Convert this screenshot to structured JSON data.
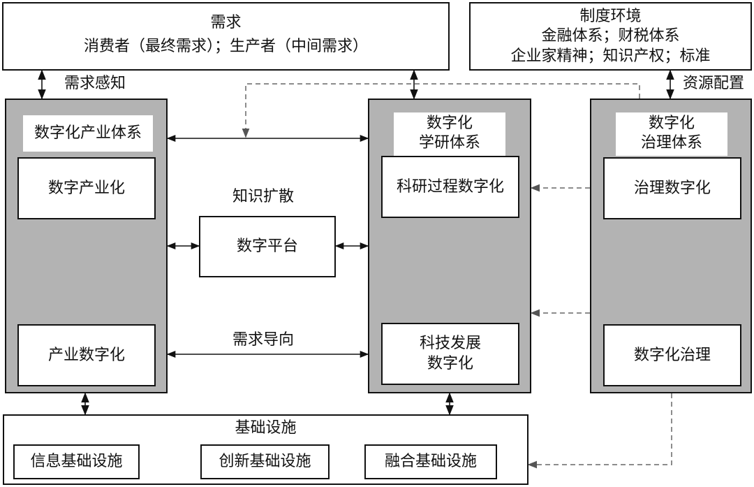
{
  "demand": {
    "title": "需求",
    "detail": "消费者（最终需求）；生产者（中间需求）"
  },
  "institution": {
    "title": "制度环境",
    "line1": "金融体系；财税体系",
    "line2": "企业家精神；知识产权；标准"
  },
  "left_panel": {
    "title": "数字化产业体系",
    "top_box": "数字产业化",
    "bottom_box": "产业数字化"
  },
  "middle_panel": {
    "title_line1": "数字化",
    "title_line2": "学研体系",
    "top_box": "科研过程数字化",
    "bottom_box_line1": "科技发展",
    "bottom_box_line2": "数字化"
  },
  "right_panel": {
    "title_line1": "数字化",
    "title_line2": "治理体系",
    "top_box": "治理数字化",
    "bottom_box": "数字化治理"
  },
  "platform": {
    "label": "数字平台",
    "caption": "知识扩散"
  },
  "labels": {
    "demand_sensing": "需求感知",
    "resource_allocation": "资源配置",
    "demand_orientation": "需求导向"
  },
  "infrastructure": {
    "title": "基础设施",
    "items": [
      "信息基础设施",
      "创新基础设施",
      "融合基础设施"
    ]
  }
}
